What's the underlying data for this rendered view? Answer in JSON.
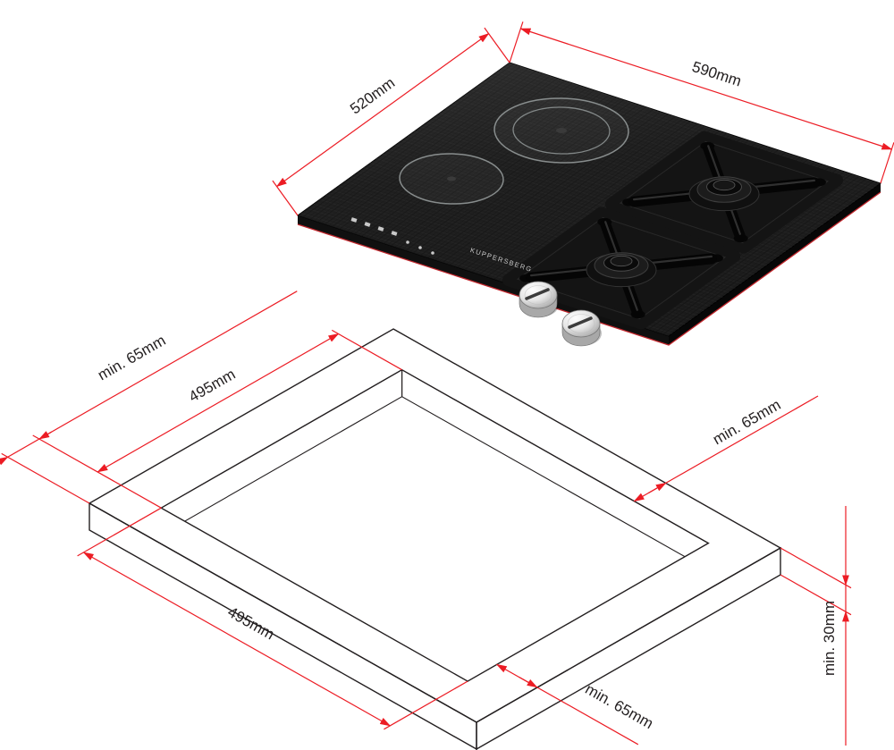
{
  "diagram": {
    "brand": "KUPPERSBERG",
    "hob": {
      "width_label": "590mm",
      "depth_label": "520mm"
    },
    "worktop": {
      "cutout_depth_label": "495mm",
      "cutout_width_label": "495mm",
      "clearance_top_left_label": "min. 65mm",
      "clearance_right_label": "min. 65mm",
      "clearance_bottom_label": "min. 65mm",
      "thickness_label": "min. 30mm"
    }
  },
  "colors": {
    "dimension_red": "#ec1c24",
    "outline_black": "#231f20",
    "glass_black": "#1b1b1b",
    "background": "#ffffff"
  }
}
